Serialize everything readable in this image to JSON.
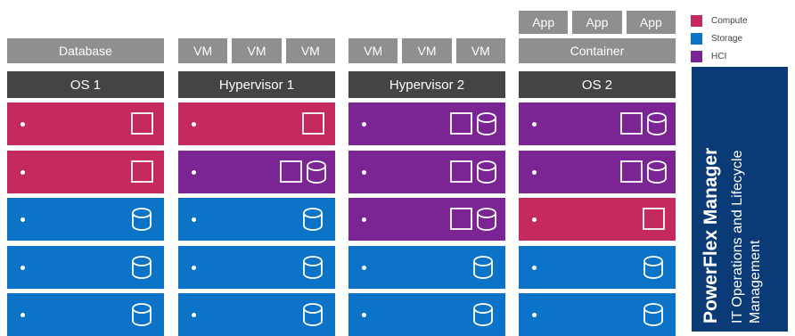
{
  "legend": [
    {
      "label": "Compute",
      "color": "#c42b5c"
    },
    {
      "label": "Storage",
      "color": "#0b74c9"
    },
    {
      "label": "HCI",
      "color": "#7a2593"
    }
  ],
  "side_panel": {
    "title": "PowerFlex Manager",
    "subtitle_line1": "IT Operations and Lifecycle",
    "subtitle_line2": "Management",
    "color": "#0a3b76"
  },
  "columns": [
    {
      "apps": [],
      "workloads": [
        "Database"
      ],
      "os": "OS 1",
      "servers": [
        "compute",
        "compute",
        "storage",
        "storage",
        "storage"
      ]
    },
    {
      "apps": [],
      "workloads": [
        "VM",
        "VM",
        "VM"
      ],
      "os": "Hypervisor 1",
      "servers": [
        "compute",
        "hci",
        "storage",
        "storage",
        "storage"
      ]
    },
    {
      "apps": [],
      "workloads": [
        "VM",
        "VM",
        "VM"
      ],
      "os": "Hypervisor 2",
      "servers": [
        "hci",
        "hci",
        "hci",
        "storage",
        "storage"
      ]
    },
    {
      "apps": [
        "App",
        "App",
        "App"
      ],
      "workloads": [
        "Container"
      ],
      "os": "OS 2",
      "servers": [
        "hci",
        "hci",
        "compute",
        "storage",
        "storage"
      ]
    }
  ],
  "server_icons": {
    "compute": "server-square-icon",
    "storage": "disk-cylinder-icon",
    "hci": "server-square-and-disk-icon"
  },
  "colors": {
    "compute": "#c42b5c",
    "storage": "#0b74c9",
    "hci": "#7a2593",
    "os_bar": "#444444",
    "workload_bar": "#8f8f8f"
  }
}
